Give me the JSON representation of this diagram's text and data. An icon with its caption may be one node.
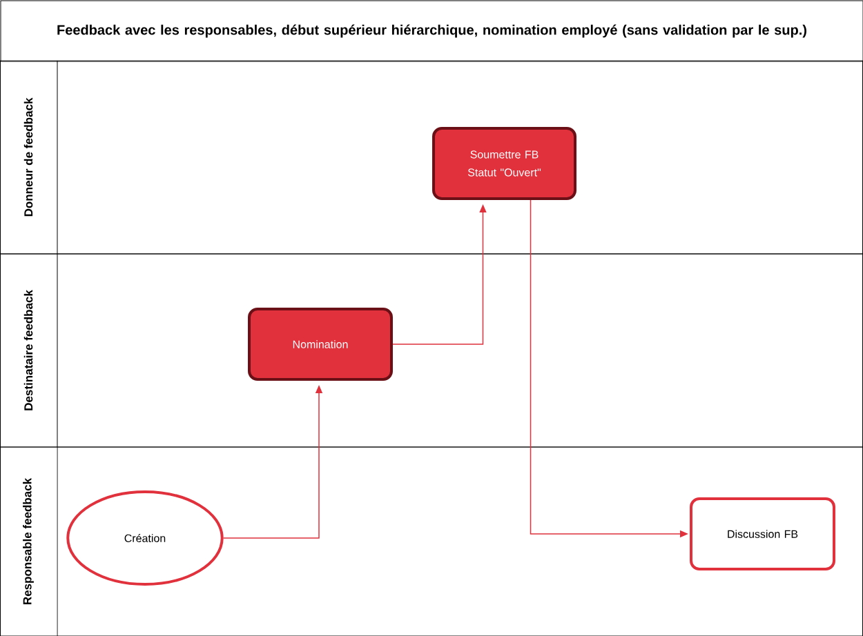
{
  "diagram": {
    "title": "Feedback avec les responsables, début supérieur hiérarchique, nomination employé (sans validation par le sup.)",
    "nodes": [
      {
        "text": [
          "Donneur de feedback"
        ]
      },
      {
        "text": [
          "Destinataire feedback"
        ]
      },
      {
        "text": [
          "Responsable feedback"
        ]
      },
      {
        "text": [
          "Soumettre FB Statut \"Ouvert\""
        ],
        "in": 0
      },
      {
        "text": [
          "Nomination"
        ],
        "in": 1
      },
      {
        "text": [
          "Création"
        ],
        "in": 2
      },
      {
        "text": [
          "Discussion FB"
        ],
        "in": 2
      }
    ],
    "edges": [
      {
        "from": 5,
        "to": 4,
        "arrow": "to"
      },
      {
        "from": 4,
        "to": 3,
        "arrow": "to"
      },
      {
        "from": 3,
        "to": 6,
        "arrow": "to"
      }
    ]
  }
}
